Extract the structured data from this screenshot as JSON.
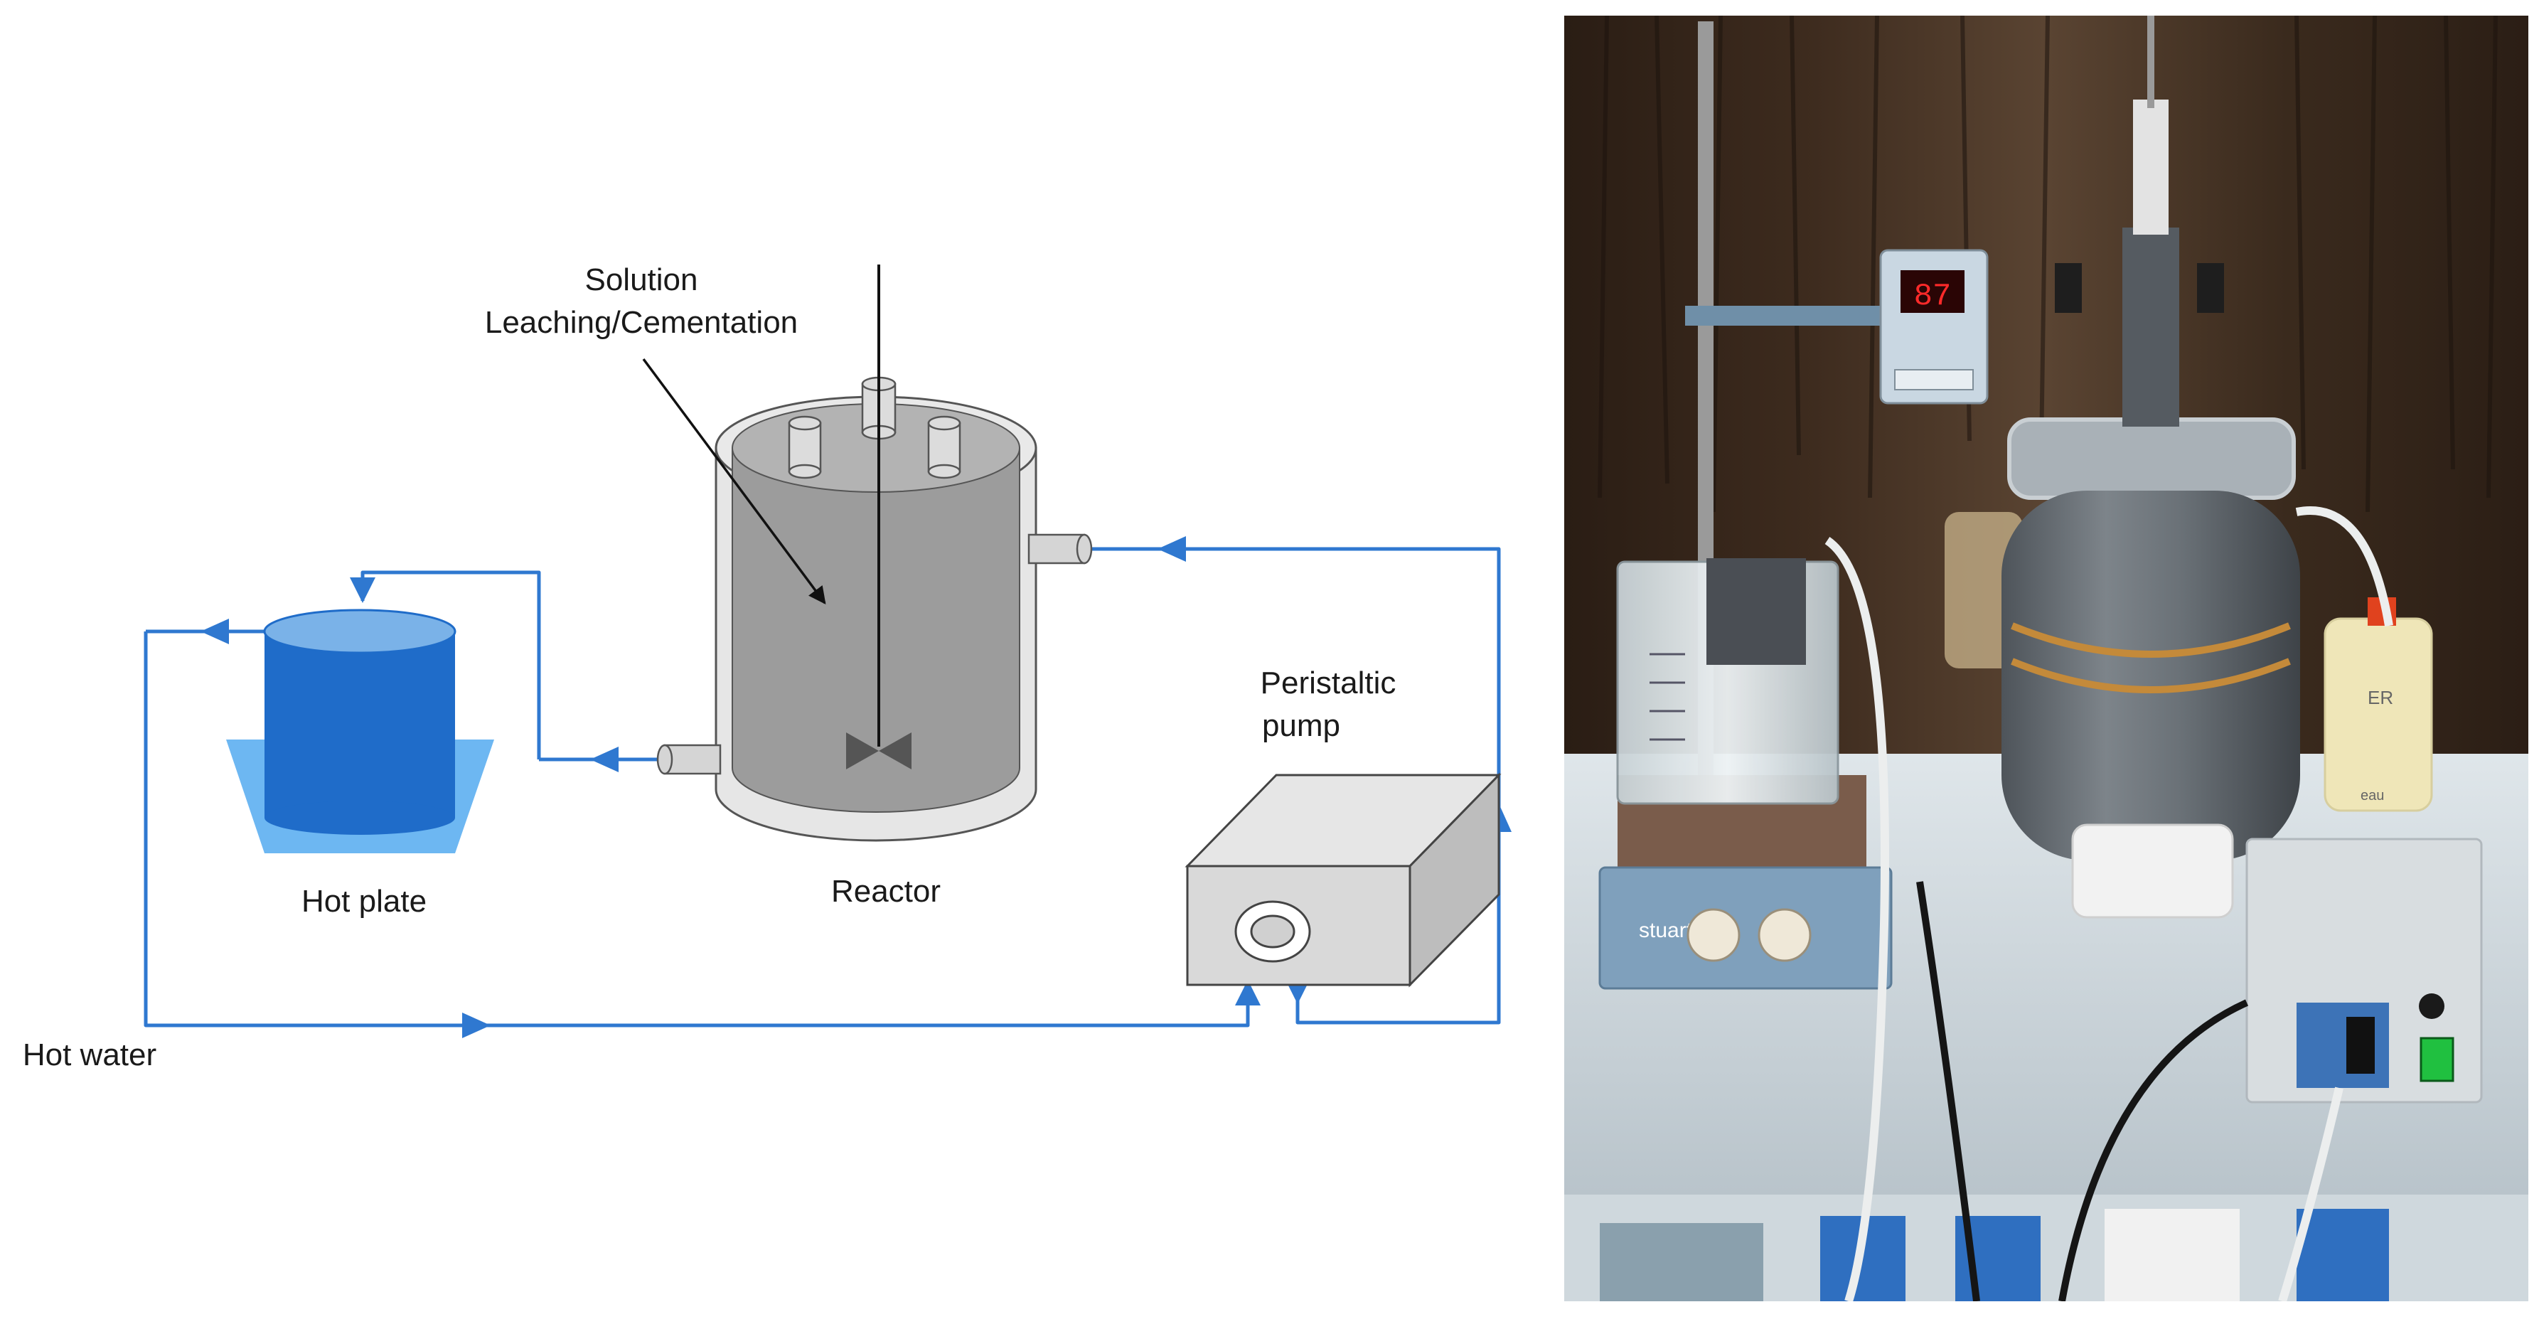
{
  "diagram": {
    "labels": {
      "solution_line1": "Solution",
      "solution_line2": "Leaching/Cementation",
      "hot_plate": "Hot plate",
      "reactor": "Reactor",
      "pump_line1": "Peristaltic",
      "pump_line2": "pump",
      "hot_water": "Hot water"
    },
    "colors": {
      "flow_line": "#2f78d0",
      "hot_plate_body": "#1f6cc9",
      "hot_plate_tray": "#6db7f2",
      "reactor_outer": "#e6e6e6",
      "reactor_inner": "#9c9c9c",
      "pump_body": "#d9d9d9"
    }
  },
  "photo": {
    "controller_display": "87",
    "stirrer_brand": "stuart",
    "bottle_label": "ER",
    "bottle_text": "eau"
  }
}
